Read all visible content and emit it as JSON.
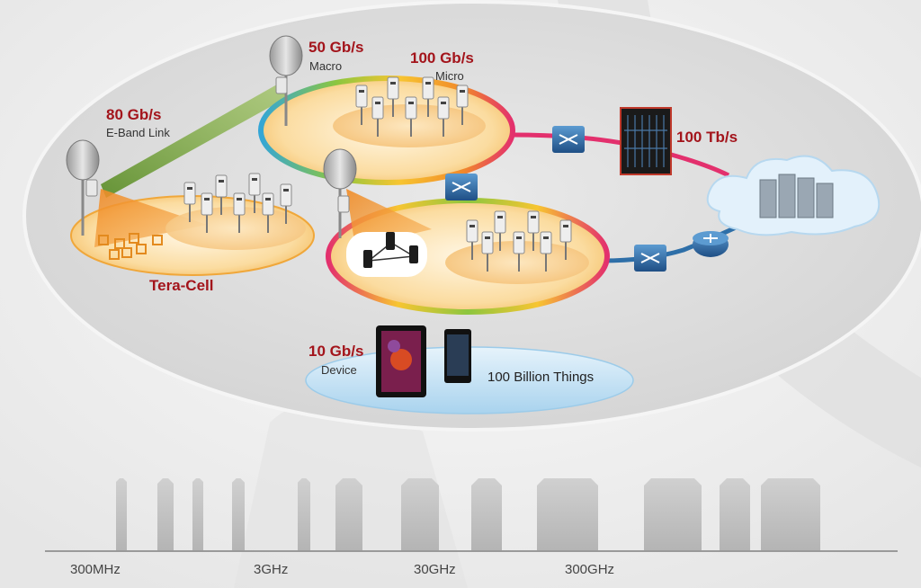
{
  "rates": {
    "macro": {
      "value": "50 Gb/s",
      "label": "Macro"
    },
    "micro": {
      "value": "100 Gb/s",
      "label": "Micro"
    },
    "eband": {
      "value": "80 Gb/s",
      "label": "E-Band Link"
    },
    "backbone": {
      "value": "100 Tb/s"
    },
    "device": {
      "value": "10 Gb/s",
      "label": "Device"
    }
  },
  "tera_cell": "Tera-Cell",
  "things": "100 Billion Things",
  "spectrum": {
    "ticks": [
      "300MHz",
      "3GHz",
      "30GHz",
      "300GHz"
    ]
  },
  "colors": {
    "rate_text": "#a3141b",
    "link_green": "#7aa33a",
    "cell_orange": "#f6c46a",
    "switch_blue": "#2e6fa8",
    "ring_pink": "#e3306d"
  }
}
